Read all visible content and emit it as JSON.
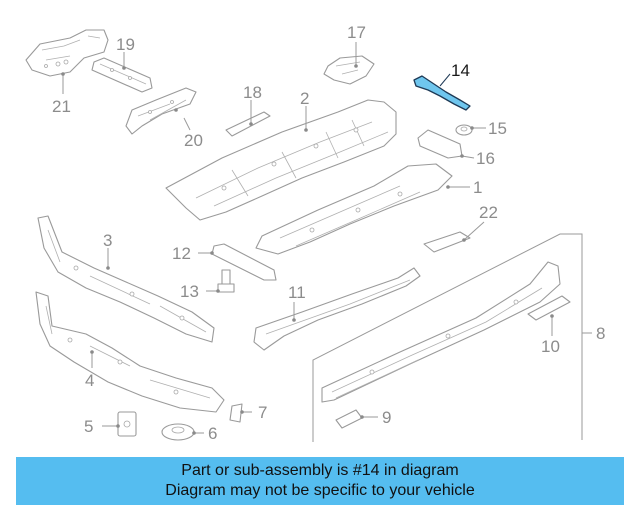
{
  "diagram": {
    "highlight_color": "#6fc6ee",
    "callouts": [
      "1",
      "2",
      "3",
      "4",
      "5",
      "6",
      "7",
      "8",
      "9",
      "10",
      "11",
      "12",
      "13",
      "14",
      "15",
      "16",
      "17",
      "18",
      "19",
      "20",
      "21",
      "22"
    ],
    "highlighted_part": "14"
  },
  "banner": {
    "background": "#55bdf0",
    "line1": "Part or sub-assembly is #14 in diagram",
    "line2": "Diagram may not be specific to your vehicle"
  }
}
